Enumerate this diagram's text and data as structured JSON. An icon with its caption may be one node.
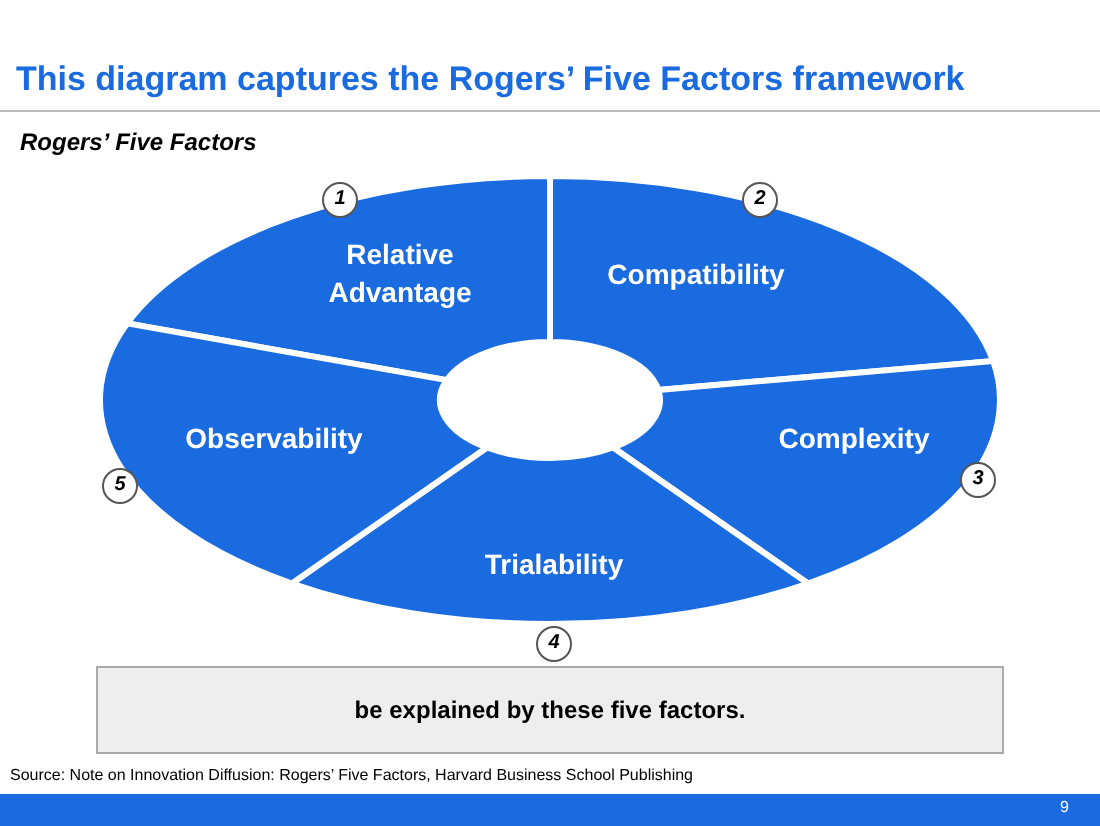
{
  "diagram": {
    "title": "This diagram captures the Rogers’ Five Factors framework",
    "caption": "Source: Note on Innovation Diffusion: Rogers’ Five Factors, Harvard Business School Publishing",
    "nodes": [
      {
        "text": [
          "Relative Advantage"
        ],
        "beside": [
          "1"
        ]
      },
      {
        "text": [
          "Compatibility"
        ],
        "beside": [
          "2"
        ]
      },
      {
        "text": [
          "Complexity"
        ],
        "beside": [
          "3"
        ]
      },
      {
        "text": [
          "Trialability"
        ],
        "beside": [
          "4"
        ]
      },
      {
        "text": [
          "Observability"
        ],
        "beside": [
          "5"
        ]
      }
    ],
    "edges": [],
    "labels": [
      "Rogers’ Five Factors",
      "be explained by these five factors.",
      "9"
    ]
  }
}
